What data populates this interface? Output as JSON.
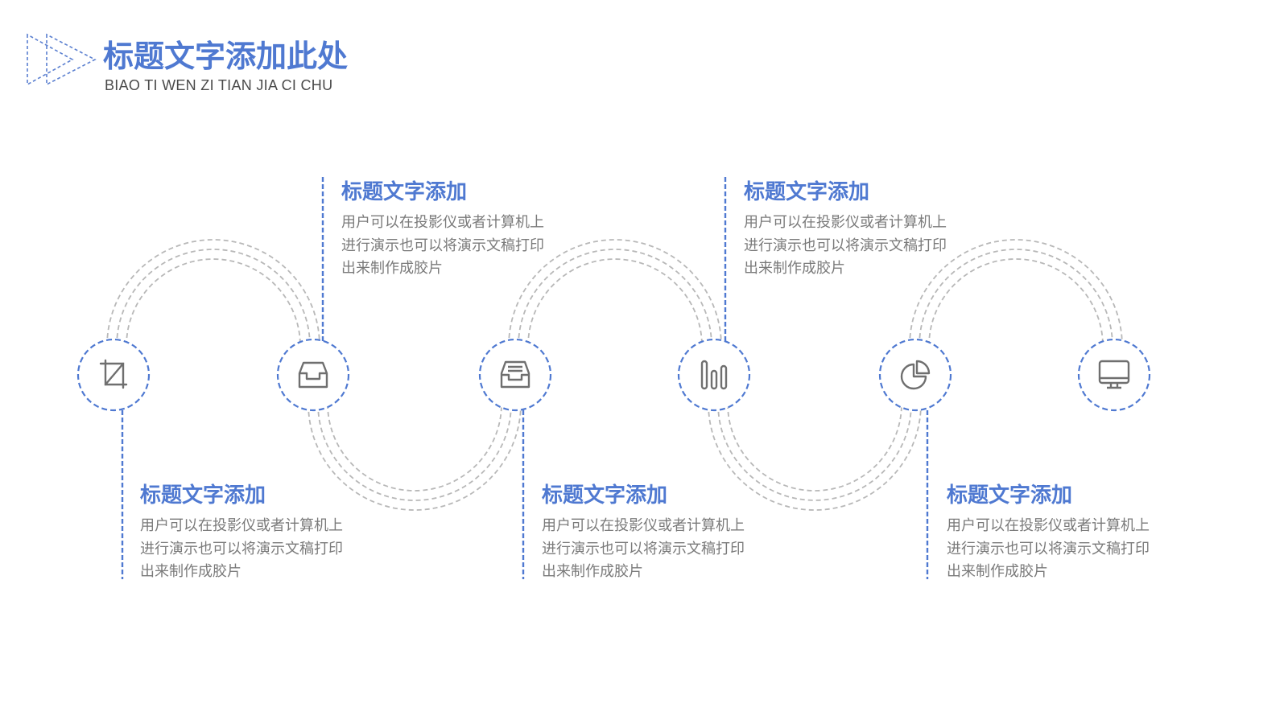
{
  "header": {
    "title": "标题文字添加此处",
    "subtitle": "BIAO TI WEN ZI TIAN JIA CI CHU",
    "logo_icon": "play-triangle-outline-icon"
  },
  "colors": {
    "accent": "#4f79d1",
    "arc_gray": "#b8b8b8",
    "icon_gray": "#6f6f6f",
    "body_text": "#7a7a7a"
  },
  "steps": [
    {
      "icon": "crop-icon",
      "heading": "标题文字添加",
      "lines": [
        "用户可以在投影仪或者计算机上",
        "进行演示也可以将演示文稿打印",
        "出来制作成胶片"
      ]
    },
    {
      "icon": "inbox-tray-icon",
      "heading": "标题文字添加",
      "lines": [
        "用户可以在投影仪或者计算机上",
        "进行演示也可以将演示文稿打印",
        "出来制作成胶片"
      ]
    },
    {
      "icon": "archive-tray-icon",
      "heading": "标题文字添加",
      "lines": [
        "用户可以在投影仪或者计算机上",
        "进行演示也可以将演示文稿打印",
        "出来制作成胶片"
      ]
    },
    {
      "icon": "bar-chart-icon",
      "heading": "标题文字添加",
      "lines": [
        "用户可以在投影仪或者计算机上",
        "进行演示也可以将演示文稿打印",
        "出来制作成胶片"
      ]
    },
    {
      "icon": "pie-chart-icon",
      "heading": "标题文字添加",
      "lines": [
        "用户可以在投影仪或者计算机上",
        "进行演示也可以将演示文稿打印",
        "出来制作成胶片"
      ]
    },
    {
      "icon": "monitor-icon"
    }
  ]
}
